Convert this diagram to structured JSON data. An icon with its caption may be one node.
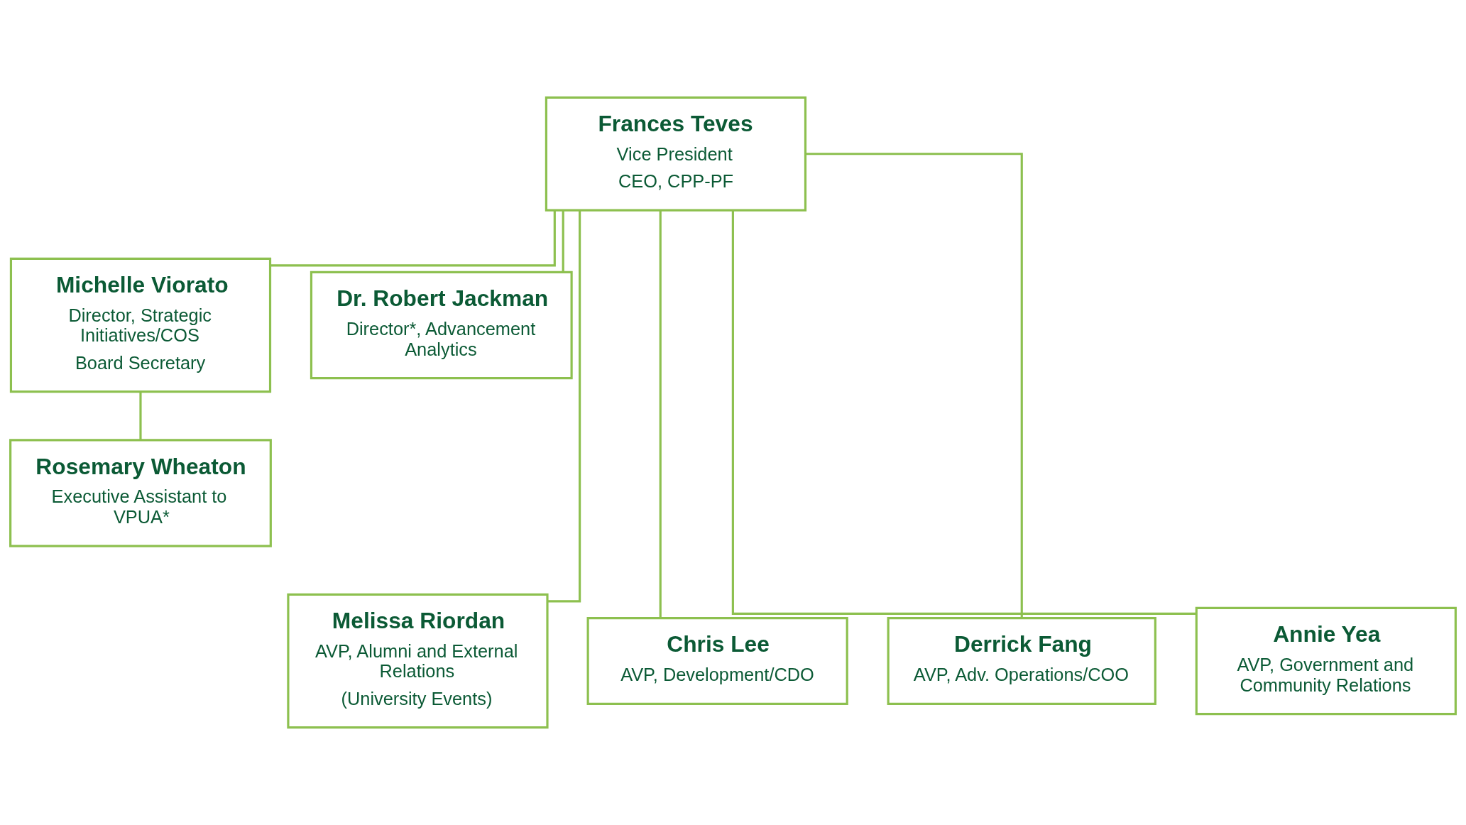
{
  "diagram": {
    "nodes": [
      {
        "text": [
          "Frances Teves",
          "Vice President",
          "CEO, CPP-PF"
        ]
      },
      {
        "text": [
          "Michelle Viorato",
          "Director, Strategic Initiatives/COS",
          "Board Secretary"
        ]
      },
      {
        "text": [
          "Dr. Robert Jackman",
          "Director*, Advancement Analytics"
        ]
      },
      {
        "text": [
          "Rosemary Wheaton",
          "Executive Assistant to VPUA*"
        ]
      },
      {
        "text": [
          "Melissa Riordan",
          "AVP, Alumni and External Relations",
          "(University Events)"
        ]
      },
      {
        "text": [
          "Chris Lee",
          "AVP, Development/CDO"
        ]
      },
      {
        "text": [
          "Derrick Fang",
          "AVP, Adv. Operations/COO"
        ]
      },
      {
        "text": [
          "Annie Yea",
          "AVP, Government and Community Relations"
        ]
      }
    ],
    "edges": [
      {
        "from": 0,
        "to": 1,
        "arrow": "none"
      },
      {
        "from": 0,
        "to": 2,
        "arrow": "none"
      },
      {
        "from": 1,
        "to": 3,
        "arrow": "none"
      },
      {
        "from": 0,
        "to": 4,
        "arrow": "none"
      },
      {
        "from": 0,
        "to": 5,
        "arrow": "none"
      },
      {
        "from": 0,
        "to": 6,
        "arrow": "none"
      },
      {
        "from": 0,
        "to": 7,
        "arrow": "none"
      }
    ]
  }
}
